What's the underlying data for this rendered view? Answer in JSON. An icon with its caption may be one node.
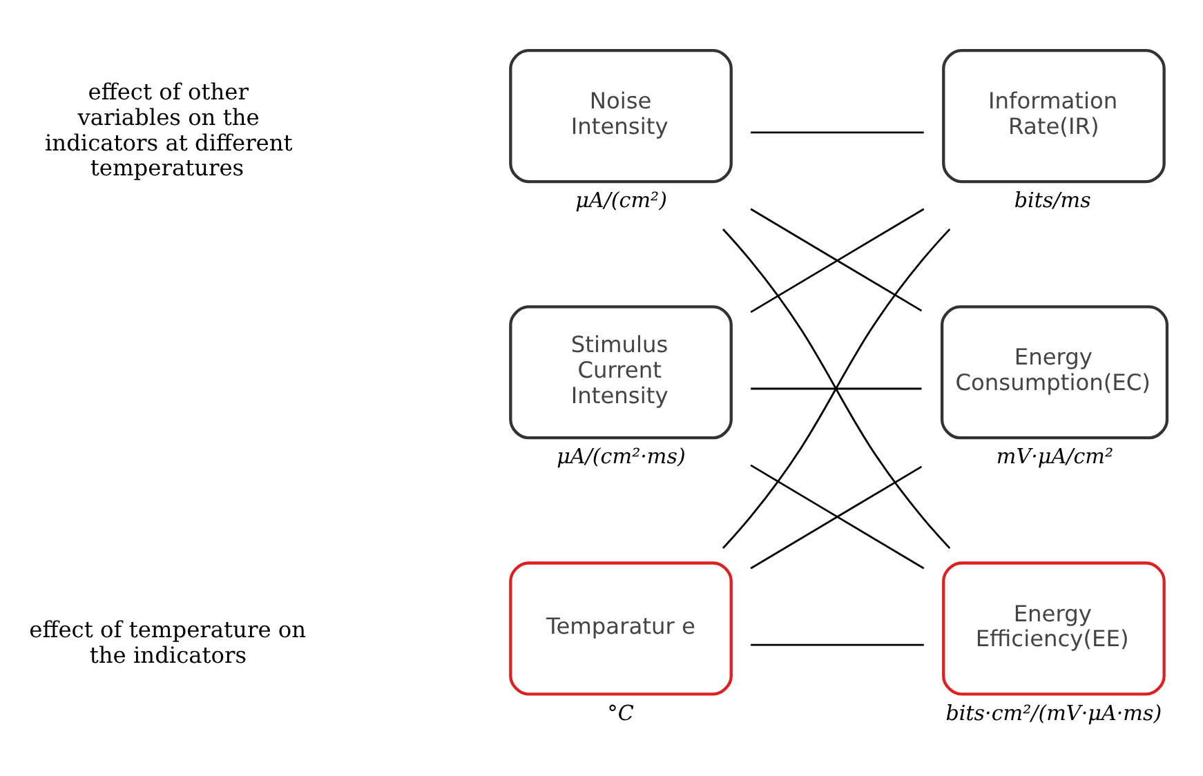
{
  "diagram": {
    "nodes": [
      {
        "text": [
          "Noise Intensity"
        ],
        "beside": [
          "μA/(cm²)"
        ]
      },
      {
        "text": [
          "Stimulus Current Intensity"
        ],
        "beside": [
          "μA/(cm²·ms)"
        ]
      },
      {
        "text": [
          "Temparatur e"
        ],
        "beside": [
          "°C"
        ]
      },
      {
        "text": [
          "Information Rate(IR)"
        ],
        "beside": [
          "bits/ms"
        ]
      },
      {
        "text": [
          "Energy Consumption(EC)"
        ],
        "beside": [
          "mV·μA/cm²"
        ]
      },
      {
        "text": [
          "Energy Efficiency(EE)"
        ],
        "beside": [
          "bits·cm²/(mV·μA·ms)"
        ]
      }
    ],
    "edges": [
      {
        "from": 0,
        "to": 3,
        "arrow": "none"
      },
      {
        "from": 0,
        "to": 4,
        "arrow": "none"
      },
      {
        "from": 0,
        "to": 5,
        "arrow": "none"
      },
      {
        "from": 1,
        "to": 3,
        "arrow": "none"
      },
      {
        "from": 1,
        "to": 4,
        "arrow": "none"
      },
      {
        "from": 1,
        "to": 5,
        "arrow": "none"
      },
      {
        "from": 2,
        "to": 3,
        "arrow": "none"
      },
      {
        "from": 2,
        "to": 4,
        "arrow": "none"
      },
      {
        "from": 2,
        "to": 5,
        "arrow": "none"
      }
    ],
    "labels": [
      "effect of other variables on the indicators at different temperatures",
      "effect of temperature on the indicators"
    ]
  }
}
